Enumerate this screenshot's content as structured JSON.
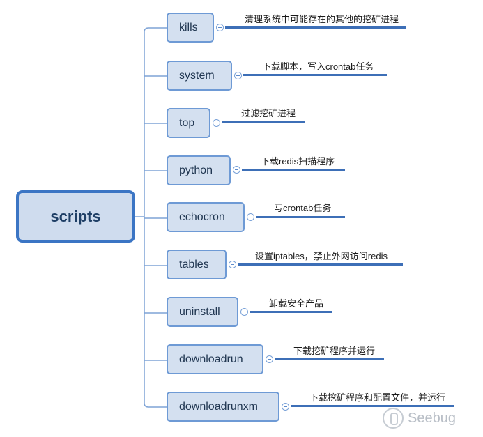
{
  "root": {
    "label": "scripts"
  },
  "nodes": [
    {
      "id": "kills",
      "label": "kills",
      "desc": "清理系统中可能存在的其他的挖矿进程"
    },
    {
      "id": "system",
      "label": "system",
      "desc": "下载脚本，写入crontab任务"
    },
    {
      "id": "top",
      "label": "top",
      "desc": "过滤挖矿进程"
    },
    {
      "id": "python",
      "label": "python",
      "desc": "下载redis扫描程序"
    },
    {
      "id": "echocron",
      "label": "echocron",
      "desc": "写crontab任务"
    },
    {
      "id": "tables",
      "label": "tables",
      "desc": "设置iptables，禁止外网访问redis"
    },
    {
      "id": "uninstall",
      "label": "uninstall",
      "desc": "卸载安全产品"
    },
    {
      "id": "downloadrun",
      "label": "downloadrun",
      "desc": "下载挖矿程序并运行"
    },
    {
      "id": "downloadrunxm",
      "label": "downloadrunxm",
      "desc": "下载挖矿程序和配置文件，并运行"
    }
  ],
  "watermark": {
    "text": "Seebug",
    "icon": "seebug-logo-icon"
  },
  "colors": {
    "connector": "#7ea3d6",
    "underline": "#3d6fb7",
    "node_fill": "#d4e0f0",
    "root_border": "#3b75c4"
  }
}
